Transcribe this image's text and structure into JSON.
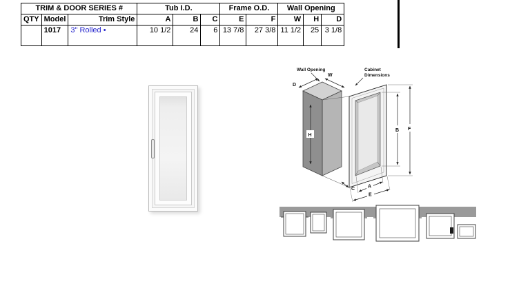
{
  "colors": {
    "accent": "#2323cc"
  },
  "table": {
    "group_headers": {
      "series": "TRIM & DOOR SERIES #",
      "tub_id": "Tub I.D.",
      "frame_od": "Frame O.D.",
      "wall_opening": "Wall Opening"
    },
    "column_headers": [
      "QTY",
      "Model",
      "Trim Style",
      "A",
      "B",
      "C",
      "E",
      "F",
      "W",
      "H",
      "D"
    ],
    "row": {
      "qty": "",
      "model": "1017",
      "trim_style": "3\" Rolled •",
      "A": "10 1/2",
      "B": "24",
      "C": "6",
      "E": "13 7/8",
      "F": "27 3/8",
      "W": "11 1/2",
      "H": "25",
      "D": "3 1/8"
    }
  },
  "diagram": {
    "wall_opening_label": "Wall Opening",
    "cabinet_dimensions_line1": "Cabinet",
    "cabinet_dimensions_line2": "Dimensions",
    "dim_labels": {
      "D": "D",
      "W": "W",
      "H": "H",
      "B": "B",
      "F": "F",
      "C": "C",
      "A": "A",
      "E": "E"
    }
  }
}
